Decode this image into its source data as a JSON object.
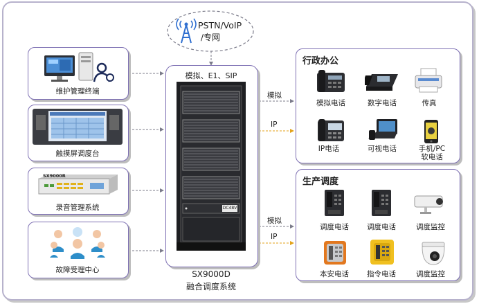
{
  "cloud": {
    "line1": "PSTN/VoIP",
    "line2": "/专网"
  },
  "server": {
    "top_label": "模拟、E1、SIP",
    "badge": "DC48V",
    "name_line1": "SX9000D",
    "name_line2": "融合调度系统"
  },
  "left_terminals": [
    {
      "label": "维护管理终端",
      "icon": "computer-user-icon"
    },
    {
      "label": "触摸屏调度台",
      "icon": "touch-console-icon"
    },
    {
      "label": "录音管理系统",
      "icon": "recorder-device-icon",
      "device_text": "SX9000R"
    },
    {
      "label": "故障受理中心",
      "icon": "call-center-icon"
    }
  ],
  "links": {
    "analog_top": "模拟",
    "ip_top": "IP",
    "analog_bottom": "模拟",
    "ip_bottom": "IP"
  },
  "office": {
    "title": "行政办公",
    "devices": [
      {
        "label": "模拟电话",
        "icon": "analog-phone-icon"
      },
      {
        "label": "数字电话",
        "icon": "digital-phone-icon"
      },
      {
        "label": "传真",
        "icon": "fax-icon"
      },
      {
        "label": "IP电话",
        "icon": "ip-phone-icon"
      },
      {
        "label": "可视电话",
        "icon": "video-phone-icon"
      },
      {
        "label": "手机/PC",
        "label2": "软电话",
        "icon": "mobile-phone-icon"
      }
    ]
  },
  "production": {
    "title": "生产调度",
    "devices": [
      {
        "label": "调度电话",
        "icon": "dispatch-phone-icon"
      },
      {
        "label": "调度电话",
        "icon": "dispatch-phone-icon"
      },
      {
        "label": "调度监控",
        "icon": "bullet-camera-icon"
      },
      {
        "label": "本安电话",
        "icon": "explosion-proof-phone-icon"
      },
      {
        "label": "指令电话",
        "icon": "command-phone-icon"
      },
      {
        "label": "调度监控",
        "icon": "dome-camera-icon"
      }
    ]
  },
  "colors": {
    "border": "#7d6fb3",
    "dashed_gray": "#7b7b8a",
    "dashed_orange": "#e3a21a",
    "accent_blue": "#2f6fd0"
  }
}
